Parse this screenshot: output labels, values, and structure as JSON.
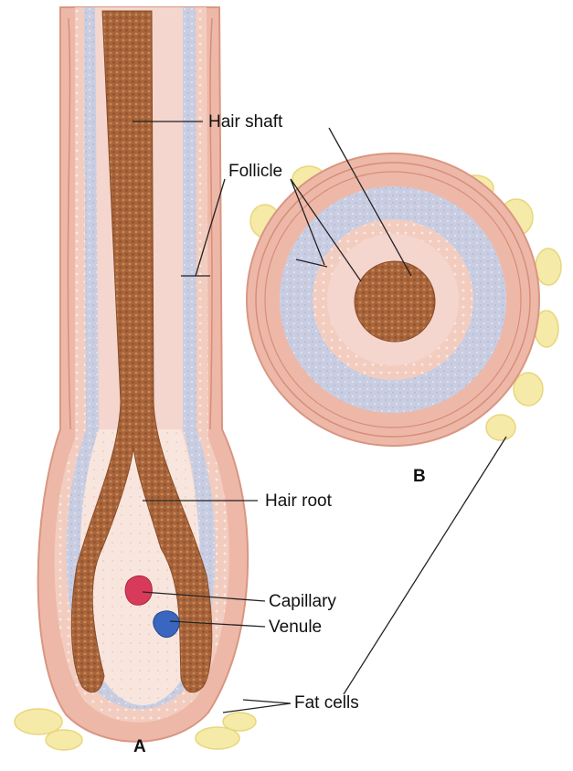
{
  "figure": {
    "labels": {
      "hair_shaft": "Hair shaft",
      "follicle": "Follicle",
      "hair_root": "Hair root",
      "capillary": "Capillary",
      "venule": "Venule",
      "fat_cells": "Fat cells"
    },
    "panels": {
      "longitudinal": "A",
      "cross_section": "B"
    }
  },
  "colors": {
    "hair": "#a8643a",
    "sheath_pink": "#f0c4b6",
    "sheath_blue": "#c9cde2",
    "root_pale": "#f7e4dc",
    "capillary": "#d83a5a",
    "venule": "#3a66c0",
    "fat": "#f6eaa8",
    "leader": "#222222"
  }
}
